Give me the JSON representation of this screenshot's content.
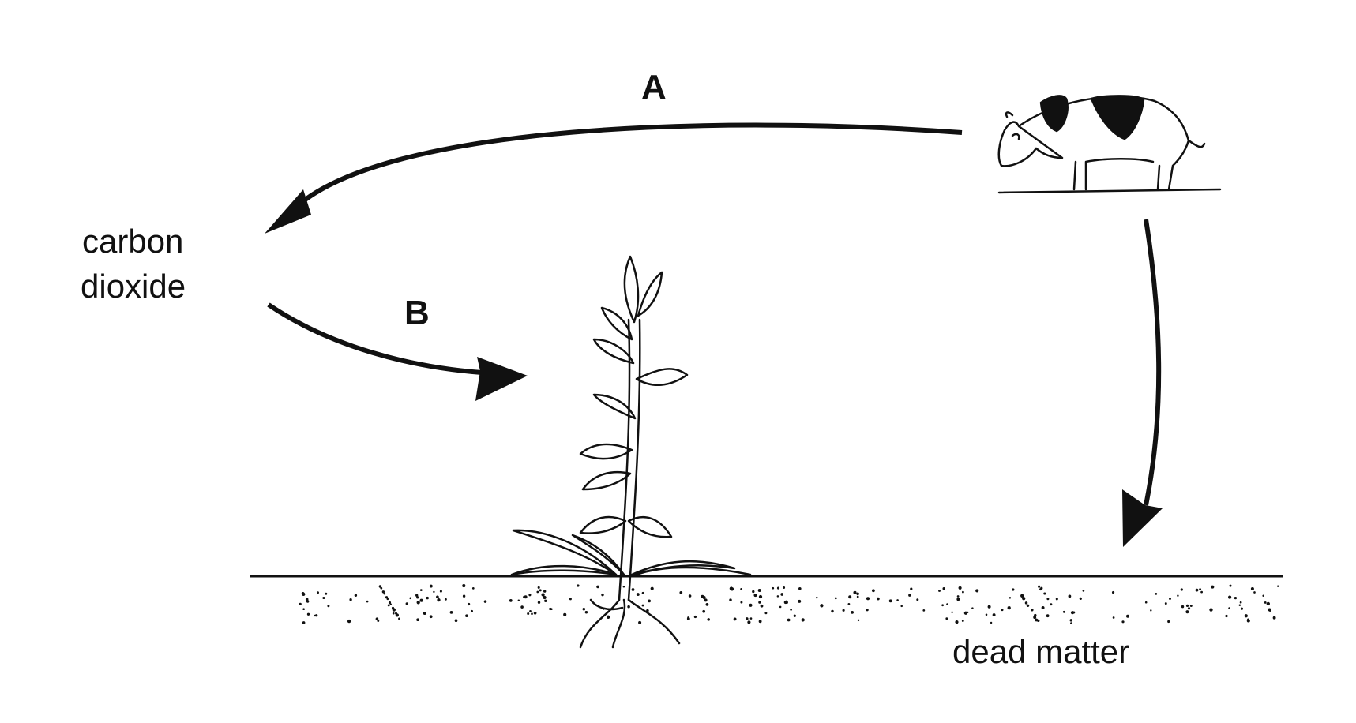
{
  "diagram": {
    "labels": {
      "carbon_dioxide_line1": "carbon",
      "carbon_dioxide_line2": "dioxide",
      "arrow_a": "A",
      "arrow_b": "B",
      "dead_matter": "dead matter"
    },
    "colors": {
      "ink": "#111111",
      "background": "#ffffff"
    },
    "icons": [
      "cow-icon",
      "plant-icon",
      "soil-icon"
    ]
  }
}
